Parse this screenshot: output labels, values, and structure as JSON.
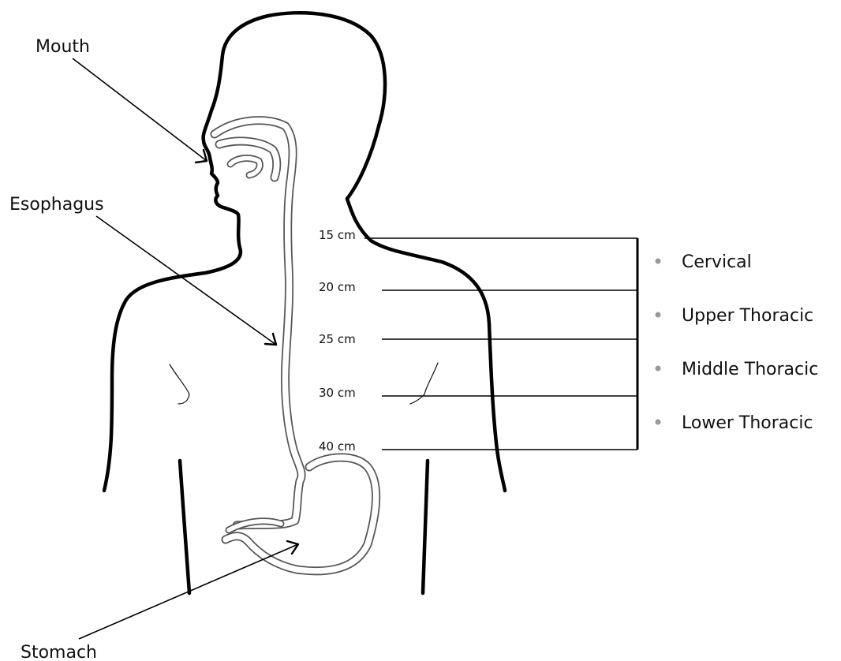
{
  "labels": {
    "mouth": "Mouth",
    "esophagus": "Esophagus",
    "stomach": "Stomach"
  },
  "depth_markers": [
    "15 cm",
    "20 cm",
    "25 cm",
    "30 cm",
    "40 cm"
  ],
  "segments": [
    "Cervical",
    "Upper Thoracic",
    "Middle Thoracic",
    "Lower Thoracic"
  ],
  "colors": {
    "outline": "#000000",
    "tract": "#555555",
    "bullet": "#999999"
  }
}
